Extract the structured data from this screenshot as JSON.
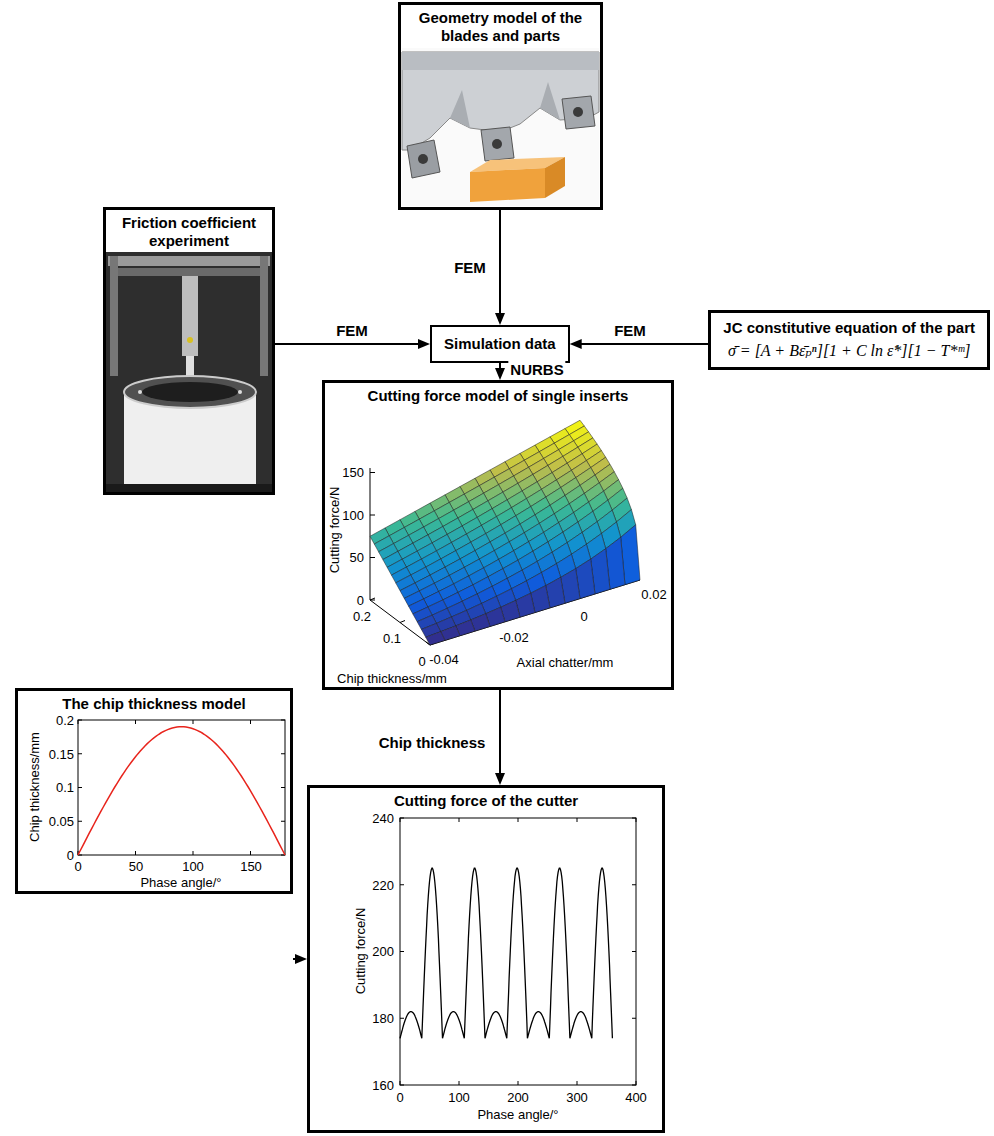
{
  "diagram": {
    "nodes": [
      {
        "text": [
          "Geometry model of the blades and parts"
        ]
      },
      {
        "text": [
          "Friction coefficient experiment"
        ]
      },
      {
        "text": [
          "JC constitutive equation of the part",
          "σ̄ = [A + Bε̄ₚⁿ][1 + C ln ε̇*][1 − T*ᵐ]"
        ]
      },
      {
        "text": [
          "Simulation data"
        ]
      },
      {
        "text": [
          "Cutting force model of single inserts"
        ]
      },
      {
        "text": [
          "The chip thickness model"
        ]
      },
      {
        "text": [
          "Cutting force of the cutter"
        ]
      }
    ],
    "edges": [
      {
        "from": 0,
        "to": 3,
        "label": "FEM",
        "arrow": "to"
      },
      {
        "from": 1,
        "to": 3,
        "label": "FEM",
        "arrow": "to"
      },
      {
        "from": 2,
        "to": 3,
        "label": "FEM",
        "arrow": "to"
      },
      {
        "from": 3,
        "to": 4,
        "label": "NURBS",
        "arrow": "to"
      },
      {
        "from": 4,
        "to": 6,
        "arrow": "to"
      },
      {
        "from": 5,
        "to": 6,
        "label": "Chip thickness",
        "arrow": "to"
      }
    ],
    "labels": [
      "Cutting force/N",
      "150",
      "100",
      "50",
      "0",
      "Chip thickness/mm",
      "0.2",
      "0.1",
      "0",
      "Axial chatter/mm",
      "-0.04",
      "-0.02",
      "0",
      "0.02",
      "Chip thickness/mm",
      "0.2",
      "0.15",
      "0.1",
      "0.05",
      "0",
      "0",
      "50",
      "100",
      "150",
      "Phase angle/°",
      "Cutting force/N",
      "240",
      "220",
      "200",
      "180",
      "160",
      "0",
      "100",
      "200",
      "300",
      "400",
      "Phase angle/°"
    ]
  }
}
